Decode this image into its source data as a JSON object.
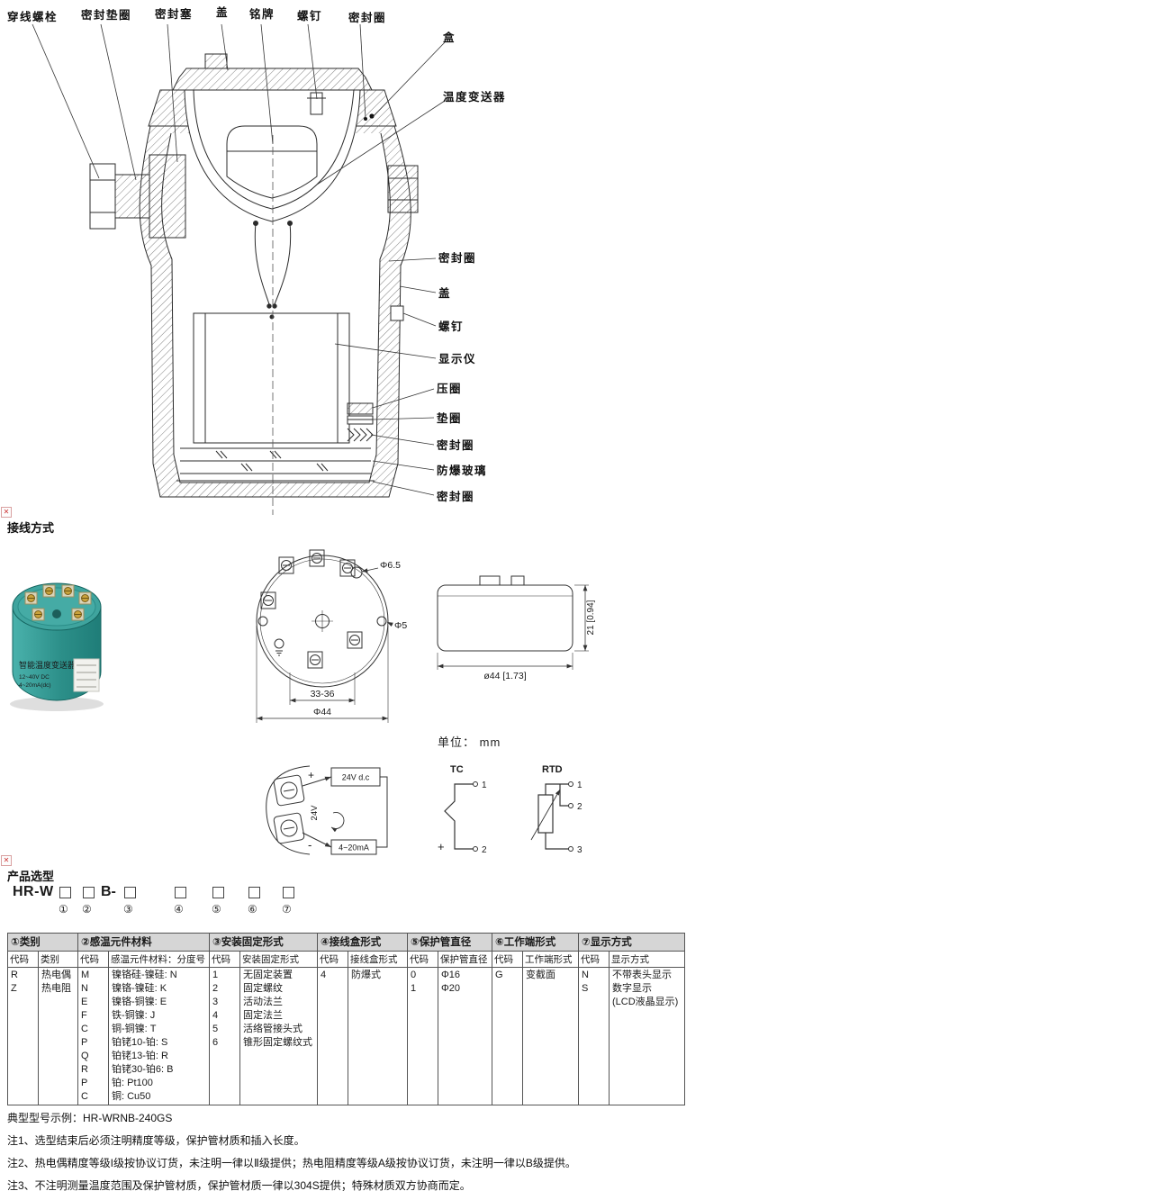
{
  "icons": {
    "broken_image": "✕"
  },
  "diagram": {
    "top_labels": [
      {
        "text": "穿线螺栓"
      },
      {
        "text": "密封垫圈"
      },
      {
        "text": "密封塞"
      },
      {
        "text": "盖"
      },
      {
        "text": "铭牌"
      },
      {
        "text": "螺钉"
      },
      {
        "text": "密封圈"
      }
    ],
    "side_labels": [
      {
        "text": "盒"
      },
      {
        "text": "温度变送器"
      },
      {
        "text": "密封圈"
      },
      {
        "text": "盖"
      },
      {
        "text": "螺钉"
      },
      {
        "text": "显示仪"
      },
      {
        "text": "压圈"
      },
      {
        "text": "垫圈"
      },
      {
        "text": "密封圈"
      },
      {
        "text": "防爆玻璃"
      },
      {
        "text": "密封圈"
      }
    ]
  },
  "wiring": {
    "heading": "接线方式",
    "unit": "单位： mm",
    "photo": {
      "label_title": "智能温度变送器",
      "power_line": "12~40V DC",
      "output_line": "4~20mA(dc)"
    },
    "top_view": {
      "dim_hole_small": "Φ6.5",
      "dim_hole": "Φ5",
      "dim_span": "33-36",
      "dim_outer": "Φ44"
    },
    "side_view": {
      "dim_height": "21 [0.94]",
      "dim_width": "ø44 [1.73]"
    },
    "loop": {
      "supply": "24V d.c",
      "current": "4~20mA",
      "volt": "24V",
      "plus": "+",
      "minus": "-"
    },
    "tc": {
      "title": "TC",
      "terminals": [
        "1",
        "2"
      ],
      "plus": "+"
    },
    "rtd": {
      "title": "RTD",
      "terminals": [
        "1",
        "2",
        "3"
      ]
    }
  },
  "selection": {
    "heading": "产品选型",
    "model_prefix": "HR-W",
    "model_mid": "B-",
    "positions": [
      "①",
      "②",
      "③",
      "④",
      "⑤",
      "⑥",
      "⑦"
    ],
    "table": {
      "columns": [
        {
          "title": "①类别",
          "code_header": "代码",
          "value_header": "类别",
          "rows": [
            [
              "R",
              "热电偶"
            ],
            [
              "Z",
              "热电阻"
            ]
          ]
        },
        {
          "title": "②感温元件材料",
          "code_header": "代码",
          "value_header": "感温元件材料：分度号",
          "rows": [
            [
              "M",
              "镍铬硅-镍硅: N"
            ],
            [
              "N",
              "镍铬-镍硅: K"
            ],
            [
              "E",
              "镍铬-铜镍: E"
            ],
            [
              "F",
              "铁-铜镍: J"
            ],
            [
              "C",
              "铜-铜镍: T"
            ],
            [
              "P",
              "铂铑10-铂: S"
            ],
            [
              "Q",
              "铂铑13-铂: R"
            ],
            [
              "R",
              "铂铑30-铂6: B"
            ],
            [
              "P",
              "铂: Pt100"
            ],
            [
              "C",
              "铜: Cu50"
            ]
          ]
        },
        {
          "title": "③安装固定形式",
          "code_header": "代码",
          "value_header": "安装固定形式",
          "rows": [
            [
              "1",
              "无固定装置"
            ],
            [
              "2",
              "固定螺纹"
            ],
            [
              "3",
              "活动法兰"
            ],
            [
              "4",
              "固定法兰"
            ],
            [
              "5",
              "活络管接头式"
            ],
            [
              "6",
              "锥形固定螺纹式"
            ]
          ]
        },
        {
          "title": "④接线盒形式",
          "code_header": "代码",
          "value_header": "接线盒形式",
          "rows": [
            [
              "4",
              "防爆式"
            ]
          ]
        },
        {
          "title": "⑤保护管直径",
          "code_header": "代码",
          "value_header": "保护管直径",
          "rows": [
            [
              "0",
              "Φ16"
            ],
            [
              "1",
              "Φ20"
            ]
          ]
        },
        {
          "title": "⑥工作端形式",
          "code_header": "代码",
          "value_header": "工作端形式",
          "rows": [
            [
              "G",
              "变截面"
            ]
          ]
        },
        {
          "title": "⑦显示方式",
          "code_header": "代码",
          "value_header": "显示方式",
          "rows": [
            [
              "N",
              "不带表头显示"
            ],
            [
              "S",
              "数字显示"
            ],
            [
              "",
              "(LCD液晶显示)"
            ]
          ]
        }
      ]
    },
    "example": "典型型号示例：HR-WRNB-240GS",
    "notes": [
      "注1、选型结束后必须注明精度等级，保护管材质和插入长度。",
      "注2、热电偶精度等级I级按协议订货，未注明一律以Ⅱ级提供；热电阻精度等级A级按协议订货，未注明一律以B级提供。",
      "注3、不注明测量温度范围及保护管材质，保护管材质一律以304S提供；特殊材质双方协商而定。"
    ]
  }
}
